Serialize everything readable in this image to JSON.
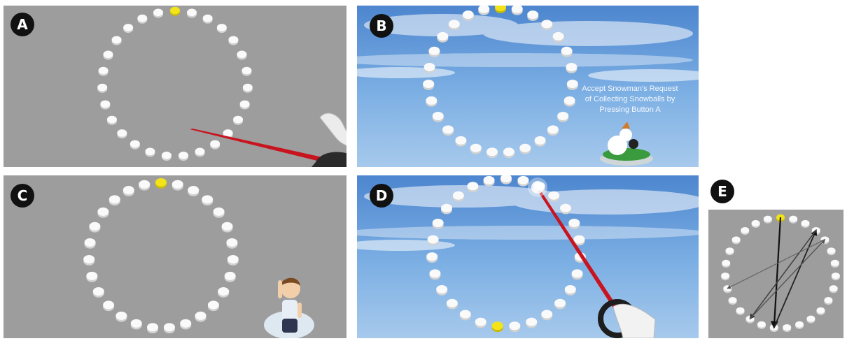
{
  "panels": [
    {
      "label": "A",
      "background": "gray",
      "target_index": 0
    },
    {
      "label": "B",
      "background": "sky",
      "target_index": 0,
      "caption": [
        "Accept Snowman's Request",
        "of Collecting Snowballs by",
        "Pressing Button A"
      ]
    },
    {
      "label": "C",
      "background": "gray",
      "target_index": 0
    },
    {
      "label": "D",
      "background": "sky",
      "target_index": 14
    },
    {
      "label": "E",
      "background": "gray",
      "target_index": 0
    }
  ],
  "ring": {
    "count": 27
  },
  "colors": {
    "gray_bg": "#9d9d9d",
    "sky_top": "#4d86cf",
    "sky_bottom": "#9dc3ea",
    "ball": "#fafafa",
    "ball_shadow": "#d2d2d2",
    "target": "#f2e418",
    "laser": "#c8141e",
    "badge": "#111111"
  }
}
